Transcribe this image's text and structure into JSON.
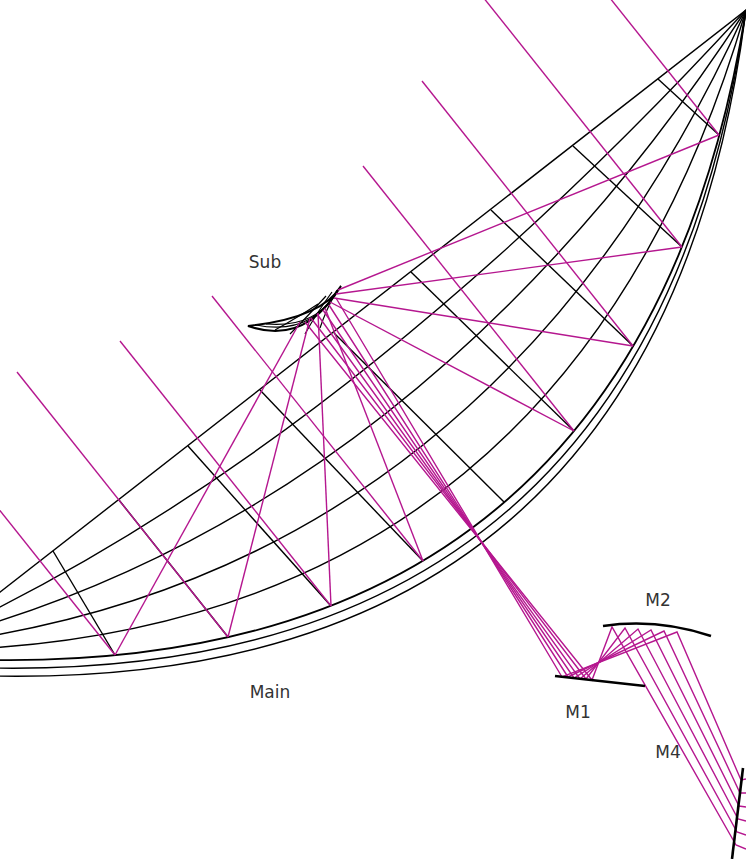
{
  "diagram": {
    "labels": [
      "Sub",
      "Main",
      "M1",
      "M2",
      "M4"
    ]
  }
}
